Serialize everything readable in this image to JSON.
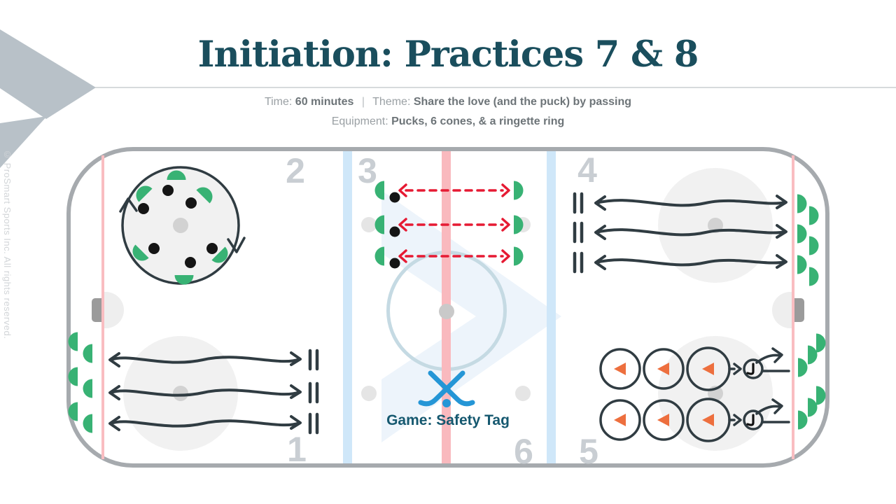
{
  "header": {
    "title": "Initiation: Practices 7 & 8",
    "time_label": "Time:",
    "time_value": "60 minutes",
    "separator": "|",
    "theme_label": "Theme:",
    "theme_value": "Share the love (and the puck) by passing",
    "equipment_label": "Equipment:",
    "equipment_value": "Pucks, 6 cones, & a ringette ring"
  },
  "copyright": "© ProSmart Sports Inc. All rights reserved.",
  "rink": {
    "game_label": "Game: Safety Tag",
    "zones": {
      "z1": "1",
      "z2": "2",
      "z3": "3",
      "z4": "4",
      "z5": "5",
      "z6": "6"
    }
  },
  "colors": {
    "title_teal": "#1a4e5d",
    "player_green": "#38b274",
    "pass_red": "#e61a33",
    "cone_orange": "#ed6f3e",
    "stick_blue": "#2596d6",
    "rink_border_gray": "#a6aaae",
    "blue_line": "#cfe7f9",
    "center_red_line": "#f9b9be",
    "goal_line_pink": "#f9bdc1",
    "zone_number_gray": "#c9ced3",
    "logo_gray": "#b8c1c8"
  }
}
